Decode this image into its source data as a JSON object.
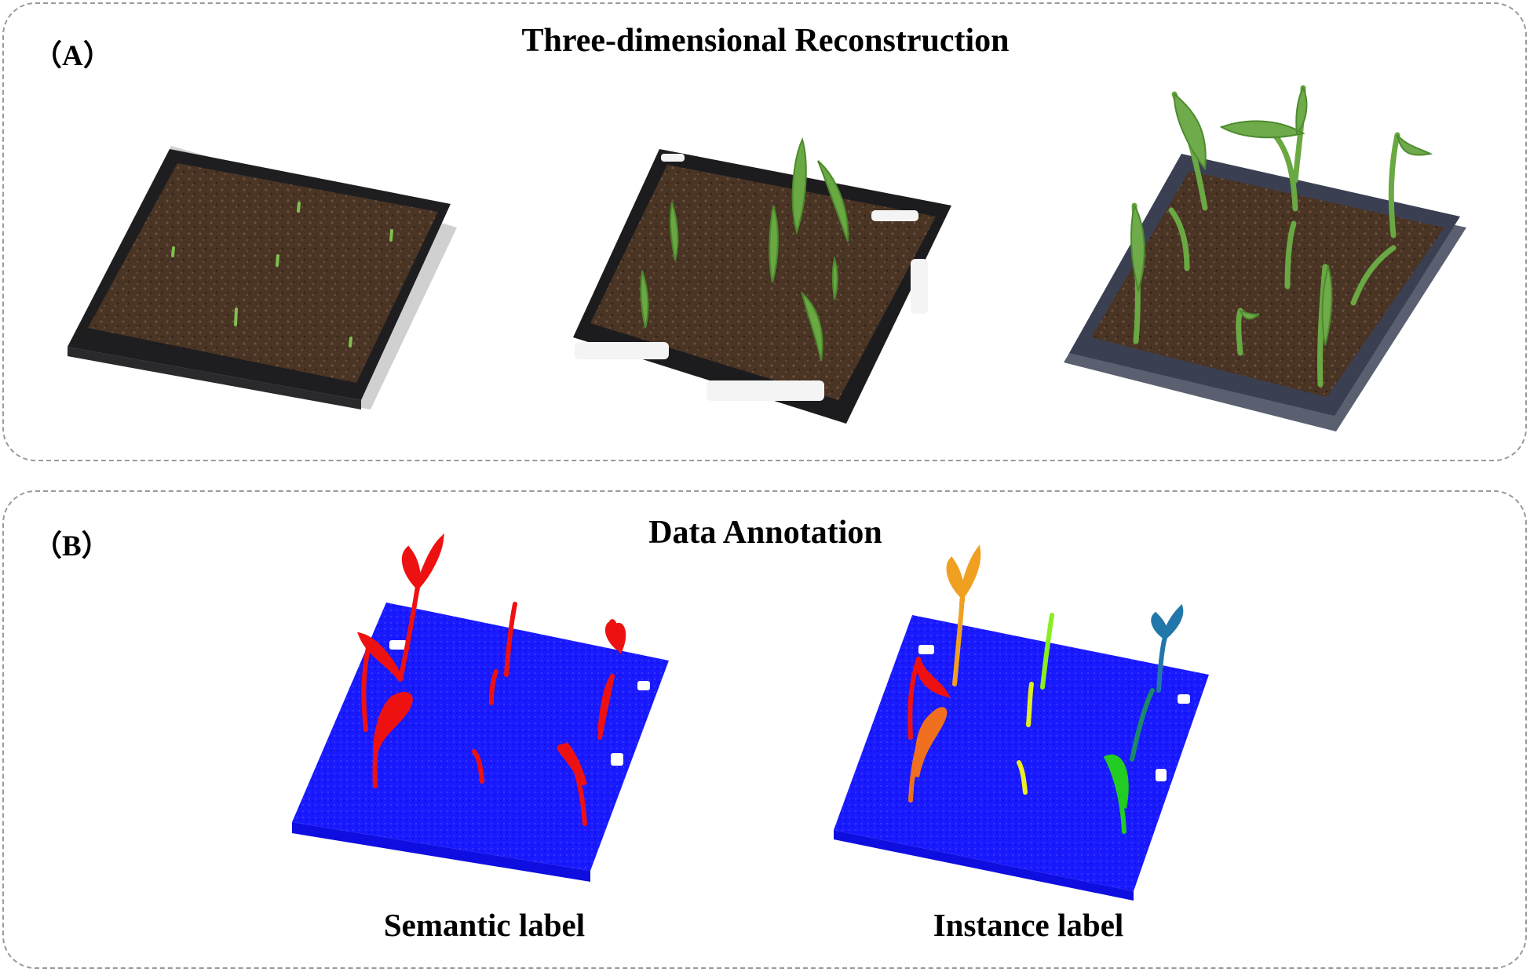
{
  "panel_a": {
    "label": "（A）",
    "title": "Three-dimensional Reconstruction"
  },
  "panel_b": {
    "label": "（B）",
    "title": "Data Annotation"
  },
  "captions": {
    "semantic": "Semantic label",
    "instance": "Instance label"
  },
  "colors": {
    "soil": "#4a3424",
    "tray_frame": "#1e1e20",
    "tray_frame_blue": "#3a3f52",
    "leaf": "#5e9e3a",
    "pointcloud_background": "#1a1aff",
    "semantic_plant": "#ee1111",
    "instance_colors": [
      "#f0a020",
      "#ee1111",
      "#f07020",
      "#88ee22",
      "#ddee22",
      "#2277aa",
      "#1a8a6a",
      "#22cc22",
      "#eeee22"
    ]
  }
}
